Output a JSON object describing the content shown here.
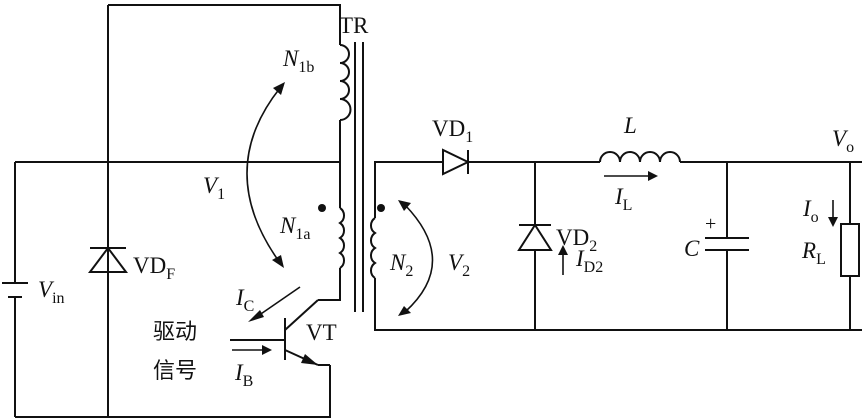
{
  "labels": {
    "transformer": "TR",
    "primary_winding_b": {
      "base": "N",
      "sub": "1b"
    },
    "primary_winding_a": {
      "base": "N",
      "sub": "1a"
    },
    "secondary_winding": {
      "base": "N",
      "sub": "2"
    },
    "voltage_v1": {
      "base": "V",
      "sub": "1"
    },
    "voltage_v2": {
      "base": "V",
      "sub": "2"
    },
    "input_voltage": {
      "base": "V",
      "sub": "in"
    },
    "clamp_diode": {
      "base": "VD",
      "sub": "F"
    },
    "collector_current": {
      "base": "I",
      "sub": "C"
    },
    "base_current": {
      "base": "I",
      "sub": "B"
    },
    "transistor": "VT",
    "drive_signal_line1": "驱动",
    "drive_signal_line2": "信号",
    "rectifier_diode": {
      "base": "VD",
      "sub": "1"
    },
    "freewheel_diode": {
      "base": "VD",
      "sub": "2"
    },
    "freewheel_current": {
      "base": "I",
      "sub": "D2"
    },
    "inductor": "L",
    "inductor_current": {
      "base": "I",
      "sub": "L"
    },
    "capacitor": "C",
    "capacitor_polarity": "+",
    "output_voltage": {
      "base": "V",
      "sub": "o"
    },
    "output_current": {
      "base": "I",
      "sub": "o"
    },
    "load_resistor": {
      "base": "R",
      "sub": "L"
    }
  }
}
